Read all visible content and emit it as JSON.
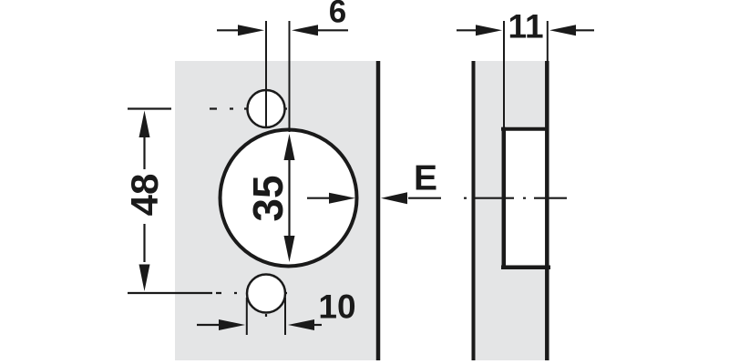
{
  "diagram": {
    "labels": {
      "screw_offset": "6",
      "screw_spacing": "48",
      "cup_diameter": "35",
      "screw_hole_diameter": "10",
      "cup_depth": "11",
      "cup_distance": "E"
    },
    "colors": {
      "panel_fill": "#e4e5e6",
      "line": "#1a1a1a",
      "background": "#ffffff"
    }
  }
}
